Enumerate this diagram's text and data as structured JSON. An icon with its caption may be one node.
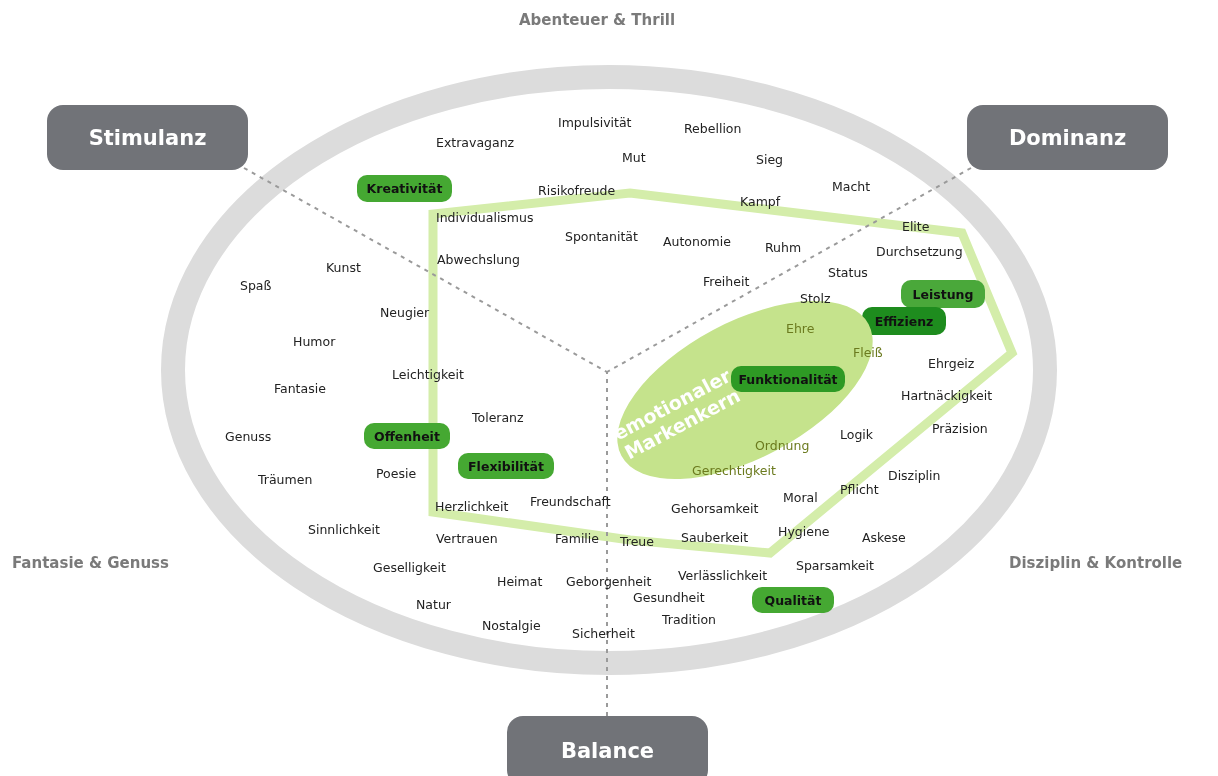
{
  "diagram": {
    "nodes": [
      {
        "text": [
          "Stimulanz"
        ]
      },
      {
        "text": [
          "Dominanz"
        ]
      },
      {
        "text": [
          "Kreativität"
        ]
      },
      {
        "text": [
          "Leistung"
        ]
      },
      {
        "text": [
          "Effizienz"
        ]
      },
      {
        "text": [
          "emotionaler Markenkern"
        ]
      },
      {
        "text": [
          "Funktionalität"
        ],
        "in": 5
      },
      {
        "text": [
          "Offenheit"
        ]
      },
      {
        "text": [
          "Flexibilität"
        ]
      },
      {
        "text": [
          "Qualität"
        ]
      },
      {
        "text": [
          "Balance"
        ]
      }
    ],
    "edges": [
      {
        "from": 0,
        "to": null,
        "arrow": "none",
        "style": "dashed"
      },
      {
        "from": 1,
        "to": null,
        "arrow": "none",
        "style": "dashed"
      },
      {
        "from": 10,
        "to": null,
        "arrow": "none",
        "style": "dashed"
      }
    ],
    "labels": [
      "Abenteuer & Thrill",
      "Impulsivität",
      "Rebellion",
      "Extravaganz",
      "Mut",
      "Sieg",
      "Macht",
      "Risikofreude",
      "Kampf",
      "Individualismus",
      "Elite",
      "Spontanität",
      "Autonomie",
      "Ruhm",
      "Durchsetzung",
      "Abwechslung",
      "Kunst",
      "Status",
      "Freiheit",
      "Spaß",
      "Stolz",
      "Neugier",
      "Ehre",
      "Humor",
      "Fleiß",
      "Ehrgeiz",
      "Leichtigkeit",
      "Fantasie",
      "Hartnäckigkeit",
      "Toleranz",
      "Präzision",
      "Logik",
      "Genuss",
      "Ordnung",
      "Gerechtigkeit",
      "Poesie",
      "Disziplin",
      "Träumen",
      "Pflicht",
      "Moral",
      "Freundschaft",
      "Herzlichkeit",
      "Gehorsamkeit",
      "Sinnlichkeit",
      "Hygiene",
      "Askese",
      "Sauberkeit",
      "Vertrauen",
      "Familie",
      "Treue",
      "Fantasie & Genuss",
      "Disziplin & Kontrolle",
      "Sparsamkeit",
      "Geselligkeit",
      "Verlässlichkeit",
      "Heimat",
      "Geborgenheit",
      "Gesundheit",
      "Natur",
      "Tradition",
      "Nostalgie",
      "Sicherheit"
    ]
  }
}
